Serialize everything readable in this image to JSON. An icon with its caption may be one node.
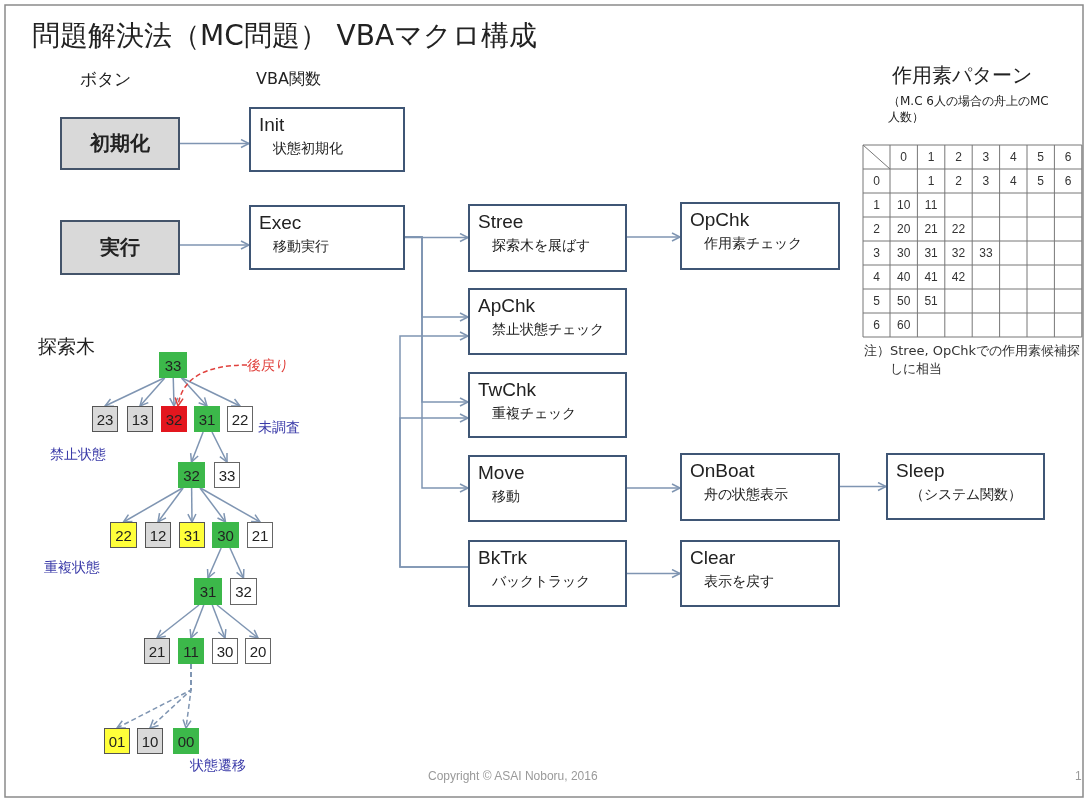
{
  "diagram": {
    "title": "問題解決法（MC問題） VBAマクロ構成",
    "nodes": [
      {
        "text": [
          "初期化"
        ]
      },
      {
        "text": [
          "Init",
          "状態初期化"
        ]
      },
      {
        "text": [
          "実行"
        ]
      },
      {
        "text": [
          "Exec",
          "移動実行"
        ]
      },
      {
        "text": [
          "Stree",
          "探索木を展ばす"
        ]
      },
      {
        "text": [
          "OpChk",
          "作用素チェック"
        ]
      },
      {
        "text": [
          "ApChk",
          "禁止状態チェック"
        ]
      },
      {
        "text": [
          "TwChk",
          "重複チェック"
        ]
      },
      {
        "text": [
          "Move",
          "移動"
        ]
      },
      {
        "text": [
          "OnBoat",
          "舟の状態表示"
        ]
      },
      {
        "text": [
          "Sleep",
          "（システム関数）"
        ]
      },
      {
        "text": [
          "BkTrk",
          "バックトラック"
        ]
      },
      {
        "text": [
          "Clear",
          "表示を戻す"
        ]
      },
      {
        "text": [
          "33"
        ]
      },
      {
        "text": [
          "23"
        ]
      },
      {
        "text": [
          "13"
        ]
      },
      {
        "text": [
          "32"
        ]
      },
      {
        "text": [
          "31"
        ]
      },
      {
        "text": [
          "22"
        ]
      },
      {
        "text": [
          "32"
        ]
      },
      {
        "text": [
          "33"
        ]
      },
      {
        "text": [
          "22"
        ]
      },
      {
        "text": [
          "12"
        ]
      },
      {
        "text": [
          "31"
        ]
      },
      {
        "text": [
          "30"
        ]
      },
      {
        "text": [
          "21"
        ]
      },
      {
        "text": [
          "31"
        ]
      },
      {
        "text": [
          "32"
        ]
      },
      {
        "text": [
          "21"
        ]
      },
      {
        "text": [
          "11"
        ]
      },
      {
        "text": [
          "30"
        ]
      },
      {
        "text": [
          "20"
        ]
      },
      {
        "text": [
          "01"
        ]
      },
      {
        "text": [
          "10"
        ]
      },
      {
        "text": [
          "00"
        ]
      },
      {
        "text": [
          "後戻り"
        ]
      }
    ],
    "edges": [
      {
        "from": 0,
        "to": 1,
        "arrow": "to"
      },
      {
        "from": 2,
        "to": 3,
        "arrow": "to"
      },
      {
        "from": 3,
        "to": 4,
        "arrow": "to"
      },
      {
        "from": 3,
        "to": 6,
        "arrow": "to"
      },
      {
        "from": 3,
        "to": 7,
        "arrow": "to"
      },
      {
        "from": 3,
        "to": 8,
        "arrow": "to"
      },
      {
        "from": 4,
        "to": 5,
        "arrow": "to"
      },
      {
        "from": 8,
        "to": 9,
        "arrow": "to"
      },
      {
        "from": 9,
        "to": 10,
        "arrow": "to"
      },
      {
        "from": 11,
        "to": 12,
        "arrow": "to"
      },
      {
        "from": 11,
        "to": 6,
        "arrow": "to"
      },
      {
        "from": 11,
        "to": 7,
        "arrow": "to"
      },
      {
        "from": 13,
        "to": 14,
        "arrow": "to"
      },
      {
        "from": 13,
        "to": 15,
        "arrow": "to"
      },
      {
        "from": 13,
        "to": 16,
        "arrow": "to"
      },
      {
        "from": 13,
        "to": 17,
        "arrow": "to"
      },
      {
        "from": 13,
        "to": 18,
        "arrow": "to"
      },
      {
        "from": 17,
        "to": 19,
        "arrow": "to"
      },
      {
        "from": 17,
        "to": 20,
        "arrow": "to"
      },
      {
        "from": 19,
        "to": 21,
        "arrow": "to"
      },
      {
        "from": 19,
        "to": 22,
        "arrow": "to"
      },
      {
        "from": 19,
        "to": 23,
        "arrow": "to"
      },
      {
        "from": 19,
        "to": 24,
        "arrow": "to"
      },
      {
        "from": 19,
        "to": 25,
        "arrow": "to"
      },
      {
        "from": 24,
        "to": 26,
        "arrow": "to"
      },
      {
        "from": 24,
        "to": 27,
        "arrow": "to"
      },
      {
        "from": 26,
        "to": 28,
        "arrow": "to"
      },
      {
        "from": 26,
        "to": 29,
        "arrow": "to"
      },
      {
        "from": 26,
        "to": 30,
        "arrow": "to"
      },
      {
        "from": 26,
        "to": 31,
        "arrow": "to"
      },
      {
        "from": 29,
        "to": 32,
        "arrow": "to",
        "style": "dashed"
      },
      {
        "from": 29,
        "to": 33,
        "arrow": "to",
        "style": "dashed"
      },
      {
        "from": 29,
        "to": 34,
        "arrow": "to",
        "style": "dashed"
      },
      {
        "from": 35,
        "to": 16,
        "arrow": "to",
        "style": "dashed",
        "color": "#e0403c"
      }
    ],
    "labels": [
      "ボタン",
      "VBA関数",
      "作用素パターン",
      "（M.C 6人の場合の舟上のMC人数）",
      "0",
      "1",
      "2",
      "3",
      "4",
      "5",
      "6",
      "0",
      "1",
      "2",
      "3",
      "4",
      "5",
      "6",
      "1",
      "10",
      "11",
      "2",
      "20",
      "21",
      "22",
      "3",
      "30",
      "31",
      "32",
      "33",
      "4",
      "40",
      "41",
      "42",
      "5",
      "50",
      "51",
      "6",
      "60",
      "注）Stree, OpChkでの作用素候補探しに相当",
      "探索木",
      "禁止状態",
      "未調査",
      "重複状態",
      "状態遷移",
      "Copyright © ASAI Noboru, 2016",
      "1"
    ]
  }
}
